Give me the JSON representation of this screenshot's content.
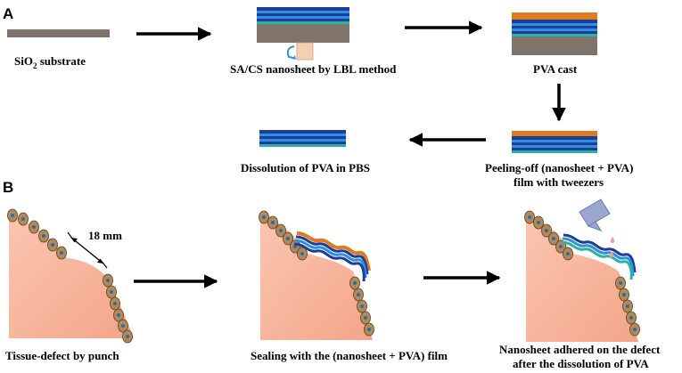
{
  "panels": {
    "a": "A",
    "b": "B"
  },
  "captions": {
    "sio2_main": "SiO",
    "sio2_sub": "2",
    "sio2_rest": " substrate",
    "lbl": "SA/CS nanosheet by LBL method",
    "pva_cast": "PVA cast",
    "dissolution": "Dissolution of PVA in PBS",
    "peeling_line1": "Peeling-off (nanosheet + PVA)",
    "peeling_line2": "film with tweezers",
    "tissue_defect": "Tissue-defect by punch",
    "sealing": "Sealing with the (nanosheet + PVA) film",
    "adhered_line1": "Nanosheet adhered on the defect",
    "adhered_line2": "after the dissolution of PVA",
    "dimension": "18 mm"
  },
  "colors": {
    "substrate": "#807369",
    "nanosheet_dark": "#1b3e9a",
    "nanosheet_blue": "#2f8fe0",
    "nanosheet_teal": "#2bb3a0",
    "pva": "#e07a1f",
    "tissue": "#f8b8a2",
    "cell": "#b28a5a",
    "nucleus": "#2a6aa8",
    "syringe": "#9aa8d0",
    "drop": "#e8a0a8"
  }
}
